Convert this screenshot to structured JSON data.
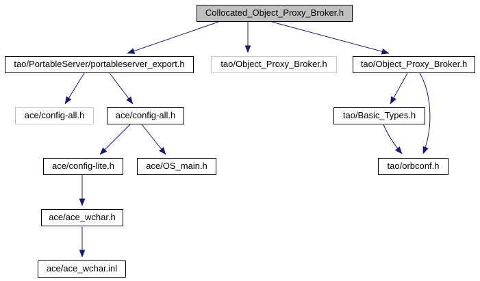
{
  "graph": {
    "type": "include-dependency-graph",
    "edge_color": "#191970",
    "root_fill_color": "#c0c0c0",
    "muted_border_color": "#c4c4c4",
    "nodes": [
      {
        "id": "root",
        "label": "Collocated_Object_Proxy_Broker.h",
        "style": "highlighted"
      },
      {
        "id": "portableserver_export",
        "label": "tao/PortableServer/portableserver_export.h",
        "style": "normal"
      },
      {
        "id": "object_proxy_broker_ref",
        "label": "tao/Object_Proxy_Broker.h",
        "style": "muted"
      },
      {
        "id": "object_proxy_broker",
        "label": "tao/Object_Proxy_Broker.h",
        "style": "normal"
      },
      {
        "id": "config_all_ref",
        "label": "ace/config-all.h",
        "style": "muted"
      },
      {
        "id": "config_all",
        "label": "ace/config-all.h",
        "style": "normal"
      },
      {
        "id": "basic_types",
        "label": "tao/Basic_Types.h",
        "style": "normal"
      },
      {
        "id": "config_lite",
        "label": "ace/config-lite.h",
        "style": "normal"
      },
      {
        "id": "os_main",
        "label": "ace/OS_main.h",
        "style": "normal"
      },
      {
        "id": "orbconf",
        "label": "tao/orbconf.h",
        "style": "normal"
      },
      {
        "id": "ace_wchar_h",
        "label": "ace/ace_wchar.h",
        "style": "normal"
      },
      {
        "id": "ace_wchar_inl",
        "label": "ace/ace_wchar.inl",
        "style": "normal"
      }
    ],
    "edges": [
      {
        "from": "root",
        "to": "portableserver_export"
      },
      {
        "from": "root",
        "to": "object_proxy_broker_ref"
      },
      {
        "from": "root",
        "to": "object_proxy_broker"
      },
      {
        "from": "portableserver_export",
        "to": "config_all_ref"
      },
      {
        "from": "portableserver_export",
        "to": "config_all"
      },
      {
        "from": "config_all",
        "to": "config_lite"
      },
      {
        "from": "config_all",
        "to": "os_main"
      },
      {
        "from": "config_lite",
        "to": "ace_wchar_h"
      },
      {
        "from": "ace_wchar_h",
        "to": "ace_wchar_inl"
      },
      {
        "from": "object_proxy_broker",
        "to": "basic_types"
      },
      {
        "from": "object_proxy_broker",
        "to": "orbconf"
      },
      {
        "from": "basic_types",
        "to": "orbconf"
      }
    ]
  }
}
